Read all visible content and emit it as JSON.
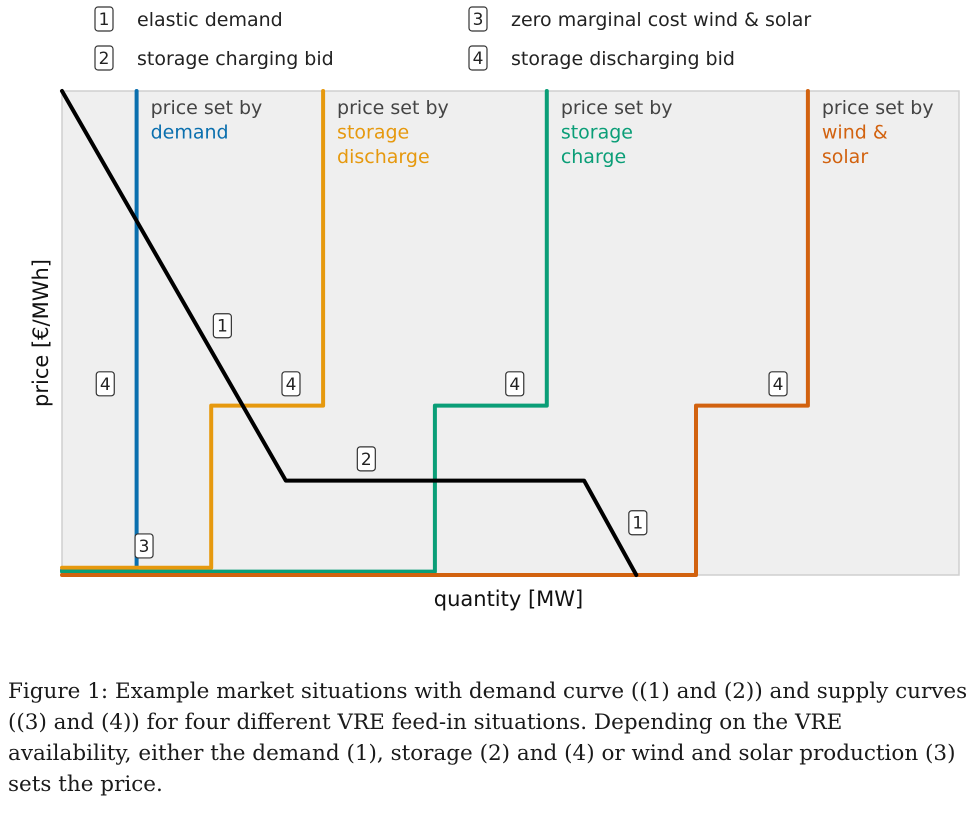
{
  "chart_data": {
    "type": "line",
    "xlabel": "quantity [MW]",
    "ylabel": "price [€/MWh]",
    "legend": {
      "placement": "top",
      "items": [
        {
          "id": "1",
          "label": "elastic demand"
        },
        {
          "id": "2",
          "label": "storage charging bid"
        },
        {
          "id": "3",
          "label": "zero marginal cost wind & solar"
        },
        {
          "id": "4",
          "label": "storage discharging bid"
        }
      ]
    },
    "regions": [
      {
        "lines": [
          "price set by",
          "demand"
        ],
        "color": "#0a6fae",
        "x": 0.1
      },
      {
        "lines": [
          "price set by",
          "storage",
          "discharge"
        ],
        "color": "#e6990e",
        "x": 0.35
      },
      {
        "lines": [
          "price set by",
          "storage",
          "charge"
        ],
        "color": "#0a9e77",
        "x": 0.65
      },
      {
        "lines": [
          "price set by",
          "wind &",
          "solar"
        ],
        "color": "#d2620f",
        "x": 1.0
      }
    ],
    "series": [
      {
        "id": "demand",
        "color": "#000000",
        "x": [
          0,
          0.3,
          0.7,
          0.77
        ],
        "y": [
          1.0,
          0.195,
          0.195,
          0.0
        ]
      },
      {
        "id": "supply-a",
        "color": "#0a6fae",
        "x": [
          0,
          0.1,
          0.1,
          0.1
        ],
        "y": [
          0.01,
          0.01,
          0.35,
          1.0
        ]
      },
      {
        "id": "supply-b",
        "color": "#e6990e",
        "x": [
          0,
          0.2,
          0.2,
          0.35,
          0.35
        ],
        "y": [
          0.015,
          0.015,
          0.35,
          0.35,
          1.0
        ]
      },
      {
        "id": "supply-c",
        "color": "#0a9e77",
        "x": [
          0,
          0.5,
          0.5,
          0.65,
          0.65
        ],
        "y": [
          0.007,
          0.007,
          0.35,
          0.35,
          1.0
        ]
      },
      {
        "id": "supply-d",
        "color": "#d2620f",
        "x": [
          0,
          0.85,
          0.85,
          1.0,
          1.0
        ],
        "y": [
          0.0,
          0.0,
          0.35,
          0.35,
          1.0
        ]
      }
    ],
    "markers": [
      {
        "text": "1",
        "x": 0.215,
        "y": 0.515
      },
      {
        "text": "1",
        "x": 0.772,
        "y": 0.108
      },
      {
        "text": "2",
        "x": 0.408,
        "y": 0.24
      },
      {
        "text": "3",
        "x": 0.11,
        "y": 0.06
      },
      {
        "text": "4",
        "x": 0.058,
        "y": 0.395
      },
      {
        "text": "4",
        "x": 0.307,
        "y": 0.395
      },
      {
        "text": "4",
        "x": 0.607,
        "y": 0.395
      },
      {
        "text": "4",
        "x": 0.96,
        "y": 0.395
      }
    ],
    "xlim": [
      0,
      1.18
    ],
    "ylim": [
      0,
      1.0
    ],
    "grid": false
  },
  "caption": "Figure 1: Example market situations with demand curve ((1) and (2)) and supply curves ((3) and (4)) for four different VRE feed-in situations. Depending on the VRE availability, either the demand (1), storage (2) and (4) or wind and solar production (3) sets the price."
}
